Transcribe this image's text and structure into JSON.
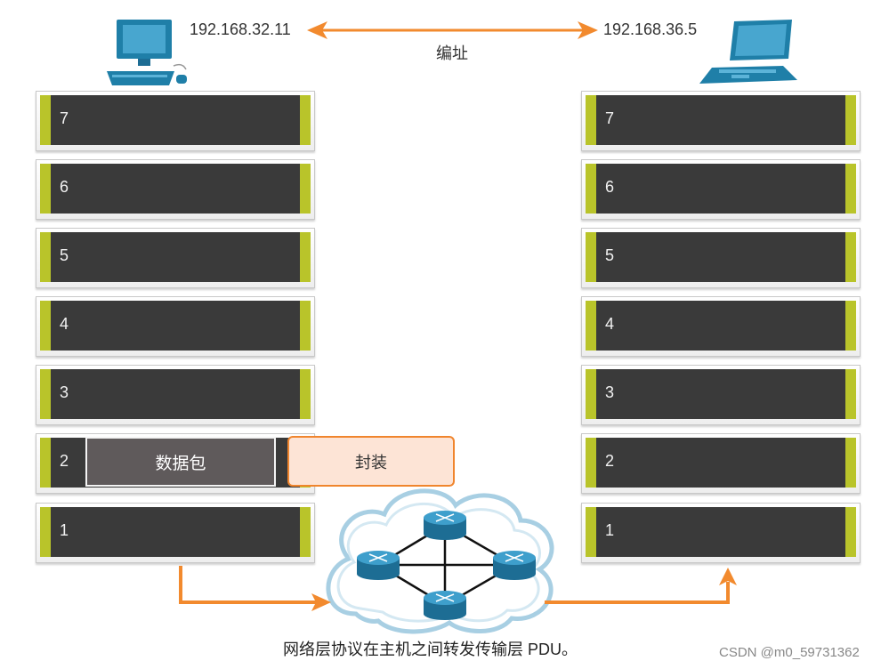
{
  "left_host": {
    "ip": "192.168.32.11"
  },
  "right_host": {
    "ip": "192.168.36.5"
  },
  "addressing_label": "编址",
  "left_stack": {
    "layers": [
      "7",
      "6",
      "5",
      "4",
      "3",
      "2",
      "1"
    ]
  },
  "right_stack": {
    "layers": [
      "7",
      "6",
      "5",
      "4",
      "3",
      "2",
      "1"
    ]
  },
  "packet_label": "数据包",
  "encapsulation_label": "封装",
  "caption": "网络层协议在主机之间转发传输层 PDU。",
  "watermark": "CSDN @m0_59731362",
  "colors": {
    "layer_dark": "#3a3a3a",
    "layer_accent": "#b9c42a",
    "arrow_orange": "#f28a2e",
    "device_blue": "#1f7fa8",
    "router_blue": "#1d6d94"
  }
}
